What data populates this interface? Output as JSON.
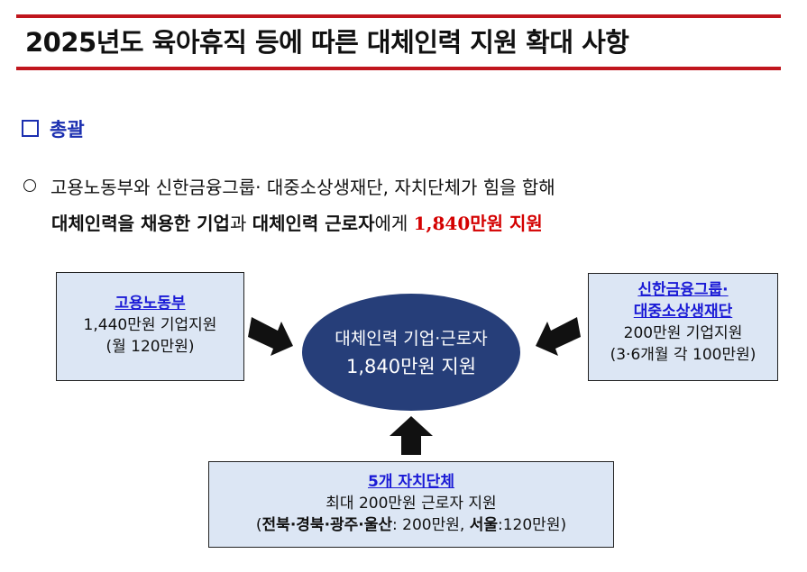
{
  "title": "2025년도 육아휴직 등에 따른 대체인력 지원 확대 사항",
  "section": {
    "label": "총괄"
  },
  "paragraph": {
    "line1": "고용노동부와 신한금융그룹· 대중소상생재단, 자치단체가 힘을 합해",
    "line2_part1": "대체인력을 채용한 기업",
    "line2_part2": "과 ",
    "line2_part3": "대체인력 근로자",
    "line2_part4": "에게 ",
    "line2_highlight": "1,840만원 지원"
  },
  "colors": {
    "accent_red": "#c0161d",
    "highlight_red": "#d40000",
    "link_blue": "#1a1ad6",
    "card_bg": "#dce6f4",
    "ellipse_bg": "#263e79"
  },
  "center": {
    "line1": "대체인력 기업·근로자",
    "line2": "1,840만원 지원"
  },
  "left_card": {
    "head": "고용노동부",
    "line1": "1,440만원 기업지원",
    "line2": "(월 120만원)"
  },
  "right_card": {
    "head1": "신한금융그룹·",
    "head2": "대중소상생재단",
    "line1": "200만원 기업지원",
    "line2": "(3·6개월 각 100만원)"
  },
  "bottom_card": {
    "head": "5개 자치단체",
    "line1": "최대 200만원 근로자 지원",
    "line2_open": "(",
    "line2_bold1": "전북·경북·광주·울산",
    "line2_mid": ": 200만원, ",
    "line2_bold2": "서울",
    "line2_end": ":120만원)"
  }
}
